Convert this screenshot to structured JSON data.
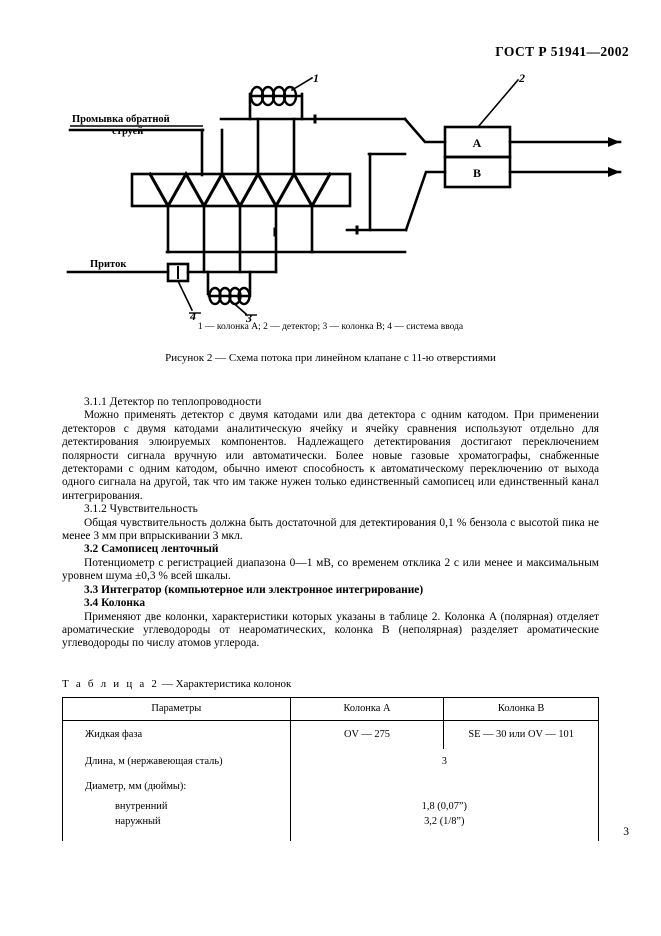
{
  "document": {
    "standard_number": "ГОСТ Р 51941—2002",
    "page_number": "3"
  },
  "figure": {
    "labels": {
      "backflush_line1": "Промывка обратной",
      "backflush_line2": "струей",
      "inflow": "Приток",
      "callout_1": "1",
      "callout_2": "2",
      "callout_3": "3",
      "callout_4": "4",
      "detector_a": "A",
      "detector_b": "B"
    },
    "legend": "1 — колонка A; 2 — детектор; 3 — колонка B; 4 — система ввода",
    "caption": "Рисунок 2 — Схема потока при линейном клапане с 11-ю отверстиями"
  },
  "sections": {
    "s311_heading": "3.1.1  Детектор по теплопроводности",
    "s311_body": "Можно применять детектор с двумя катодами или два детектора с одним катодом. При применении детекторов с двумя катодами аналитическую ячейку и ячейку сравнения используют отдельно для детектирования элюируемых компонентов. Надлежащего детектирования достигают переключением полярности сигнала вручную или автоматически. Более новые газовые хроматографы, снабженные детекторами с одним катодом, обычно имеют способность к автоматическому переключению от выхода одного сигнала на другой, так что им также нужен только единственный самописец или единственный канал интегрирования.",
    "s312_heading": "3.1.2  Чувствительность",
    "s312_body": "Общая чувствительность должна быть достаточной для детектирования 0,1 % бензола с высотой пика не менее 3 мм при впрыскивании 3 мкл.",
    "s32_heading": "3.2  Самописец ленточный",
    "s32_body": "Потенциометр с регистрацией диапазона 0—1 мВ, со временем отклика 2 с или менее и максимальным уровнем шума ±0,3 % всей шкалы.",
    "s33_heading": "3.3  Интегратор (компьютерное или электронное интегрирование)",
    "s34_heading": "3.4  Колонка",
    "s34_body": "Применяют две колонки, характеристики которых указаны в таблице 2. Колонка A (полярная) отделяет ароматические углеводороды от неароматических, колонка B (неполярная) разделяет ароматические углеводороды по числу атомов углерода."
  },
  "table": {
    "title_prefix": "Т а б л и ц а 2",
    "title_rest": " — Характеристика колонок",
    "headers": [
      "Параметры",
      "Колонка A",
      "Колонка B"
    ],
    "rows": [
      {
        "param": "Жидкая фаза",
        "a": "OV — 275",
        "b": "SE — 30 или OV — 101",
        "span": false
      },
      {
        "param": "Длина, м (нержавеющая сталь)",
        "merged": "3",
        "span": true
      },
      {
        "param": "Диаметр, мм (дюймы):",
        "merged": "",
        "span": true
      },
      {
        "param": "внутренний",
        "merged": "1,8 (0,07”)",
        "span": true,
        "sub": true
      },
      {
        "param": "наружный",
        "merged": "3,2 (1/8”)",
        "span": true,
        "sub": true
      }
    ]
  }
}
